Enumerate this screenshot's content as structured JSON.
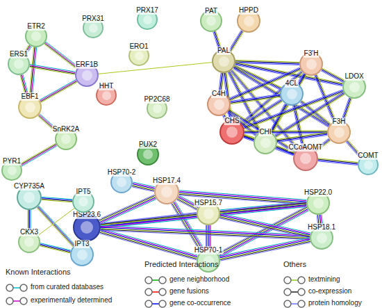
{
  "diagram": {
    "nodes": [
      {
        "text": [
          "ETR2"
        ]
      },
      {
        "text": [
          "ERS1"
        ]
      },
      {
        "text": [
          "ERF1B"
        ]
      },
      {
        "text": [
          "EBF1"
        ]
      },
      {
        "text": [
          "SnRK2A"
        ]
      },
      {
        "text": [
          "PYR1"
        ]
      },
      {
        "text": [
          "PRX31"
        ]
      },
      {
        "text": [
          "PRX17"
        ]
      },
      {
        "text": [
          "ERO1"
        ]
      },
      {
        "text": [
          "HHT"
        ]
      },
      {
        "text": [
          "PP2C68"
        ]
      },
      {
        "text": [
          "PUX2"
        ]
      },
      {
        "text": [
          "PAT"
        ]
      },
      {
        "text": [
          "HPPD"
        ]
      },
      {
        "text": [
          "PAL"
        ]
      },
      {
        "text": [
          "F3'H"
        ]
      },
      {
        "text": [
          "4CL"
        ]
      },
      {
        "text": [
          "LDOX"
        ]
      },
      {
        "text": [
          "C4H"
        ]
      },
      {
        "text": [
          "CHS"
        ]
      },
      {
        "text": [
          "CHI"
        ]
      },
      {
        "text": [
          "F3H"
        ]
      },
      {
        "text": [
          "CCoAOMT"
        ]
      },
      {
        "text": [
          "COMT"
        ]
      },
      {
        "text": [
          "HSP70-2"
        ]
      },
      {
        "text": [
          "HSP17.4"
        ]
      },
      {
        "text": [
          "HSP15.7"
        ]
      },
      {
        "text": [
          "HSP22.0"
        ]
      },
      {
        "text": [
          "HSP23.6"
        ]
      },
      {
        "text": [
          "HSP18.1"
        ]
      },
      {
        "text": [
          "HSP70-1"
        ]
      },
      {
        "text": [
          "CYP735A"
        ]
      },
      {
        "text": [
          "IPT5"
        ]
      },
      {
        "text": [
          "CKX3"
        ]
      },
      {
        "text": [
          "IPT3"
        ]
      }
    ],
    "edges": [
      {
        "from": 0,
        "to": 1,
        "arrow": "none"
      },
      {
        "from": 0,
        "to": 2,
        "arrow": "none"
      },
      {
        "from": 0,
        "to": 3,
        "arrow": "none"
      },
      {
        "from": 1,
        "to": 2,
        "arrow": "none"
      },
      {
        "from": 1,
        "to": 3,
        "arrow": "none"
      },
      {
        "from": 3,
        "to": 2,
        "arrow": "none"
      },
      {
        "from": 3,
        "to": 4,
        "arrow": "none"
      },
      {
        "from": 4,
        "to": 5,
        "arrow": "none"
      },
      {
        "from": 2,
        "to": 14,
        "arrow": "none"
      },
      {
        "from": 12,
        "to": 14,
        "arrow": "none"
      },
      {
        "from": 13,
        "to": 14,
        "arrow": "none"
      },
      {
        "from": 14,
        "to": 15,
        "arrow": "none"
      },
      {
        "from": 14,
        "to": 16,
        "arrow": "none"
      },
      {
        "from": 14,
        "to": 18,
        "arrow": "none"
      },
      {
        "from": 14,
        "to": 19,
        "arrow": "none"
      },
      {
        "from": 14,
        "to": 20,
        "arrow": "none"
      },
      {
        "from": 14,
        "to": 21,
        "arrow": "none"
      },
      {
        "from": 14,
        "to": 22,
        "arrow": "none"
      },
      {
        "from": 14,
        "to": 17,
        "arrow": "none"
      },
      {
        "from": 15,
        "to": 16,
        "arrow": "none"
      },
      {
        "from": 15,
        "to": 17,
        "arrow": "none"
      },
      {
        "from": 15,
        "to": 21,
        "arrow": "none"
      },
      {
        "from": 15,
        "to": 19,
        "arrow": "none"
      },
      {
        "from": 15,
        "to": 20,
        "arrow": "none"
      },
      {
        "from": 15,
        "to": 18,
        "arrow": "none"
      },
      {
        "from": 16,
        "to": 18,
        "arrow": "none"
      },
      {
        "from": 16,
        "to": 19,
        "arrow": "none"
      },
      {
        "from": 16,
        "to": 20,
        "arrow": "none"
      },
      {
        "from": 16,
        "to": 21,
        "arrow": "none"
      },
      {
        "from": 16,
        "to": 22,
        "arrow": "none"
      },
      {
        "from": 17,
        "to": 21,
        "arrow": "none"
      },
      {
        "from": 17,
        "to": 19,
        "arrow": "none"
      },
      {
        "from": 17,
        "to": 20,
        "arrow": "none"
      },
      {
        "from": 18,
        "to": 19,
        "arrow": "none"
      },
      {
        "from": 18,
        "to": 20,
        "arrow": "none"
      },
      {
        "from": 18,
        "to": 22,
        "arrow": "none"
      },
      {
        "from": 19,
        "to": 20,
        "arrow": "none"
      },
      {
        "from": 19,
        "to": 21,
        "arrow": "none"
      },
      {
        "from": 20,
        "to": 21,
        "arrow": "none"
      },
      {
        "from": 19,
        "to": 22,
        "arrow": "none"
      },
      {
        "from": 20,
        "to": 22,
        "arrow": "none"
      },
      {
        "from": 21,
        "to": 22,
        "arrow": "none"
      },
      {
        "from": 22,
        "to": 23,
        "arrow": "none"
      },
      {
        "from": 21,
        "to": 23,
        "arrow": "none"
      },
      {
        "from": 24,
        "to": 25,
        "arrow": "none"
      },
      {
        "from": 25,
        "to": 26,
        "arrow": "none"
      },
      {
        "from": 25,
        "to": 27,
        "arrow": "none"
      },
      {
        "from": 25,
        "to": 28,
        "arrow": "none"
      },
      {
        "from": 25,
        "to": 30,
        "arrow": "none"
      },
      {
        "from": 26,
        "to": 27,
        "arrow": "none"
      },
      {
        "from": 26,
        "to": 28,
        "arrow": "none"
      },
      {
        "from": 26,
        "to": 30,
        "arrow": "none"
      },
      {
        "from": 27,
        "to": 28,
        "arrow": "none"
      },
      {
        "from": 27,
        "to": 29,
        "arrow": "none"
      },
      {
        "from": 27,
        "to": 30,
        "arrow": "none"
      },
      {
        "from": 28,
        "to": 30,
        "arrow": "none"
      },
      {
        "from": 28,
        "to": 29,
        "arrow": "none"
      },
      {
        "from": 30,
        "to": 29,
        "arrow": "none"
      },
      {
        "from": 26,
        "to": 29,
        "arrow": "none"
      },
      {
        "from": 31,
        "to": 32,
        "arrow": "none"
      },
      {
        "from": 31,
        "to": 33,
        "arrow": "none"
      },
      {
        "from": 31,
        "to": 34,
        "arrow": "none"
      },
      {
        "from": 33,
        "to": 34,
        "arrow": "none"
      },
      {
        "from": 32,
        "to": 33,
        "arrow": "none"
      }
    ],
    "labels": [
      "Known Interactions",
      "Predicted Interactions",
      "Others"
    ],
    "legend": [
      {
        "text": "from curated databases"
      },
      {
        "text": "experimentally determined"
      },
      {
        "text": "gene neighborhood"
      },
      {
        "text": "gene fusions"
      },
      {
        "text": "gene co-occurrence"
      },
      {
        "text": "textmining"
      },
      {
        "text": "co-expression"
      },
      {
        "text": "protein homology"
      }
    ]
  }
}
